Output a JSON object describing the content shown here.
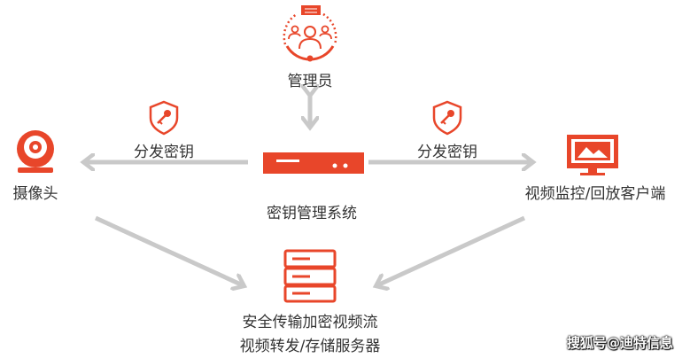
{
  "nodes": {
    "admin": "管理员",
    "camera": "摄像头",
    "kms": "密钥管理系统",
    "client": "视频监控/回放客户端",
    "server_line1": "安全传输加密视频流",
    "server_line2": "视频转发/存储服务器"
  },
  "edges": {
    "left_key": "分发密钥",
    "right_key": "分发密钥"
  },
  "watermark": "搜狐号@迪特信息",
  "colors": {
    "accent": "#e8462a",
    "arrow": "#c9c9c9",
    "text": "#333333"
  }
}
